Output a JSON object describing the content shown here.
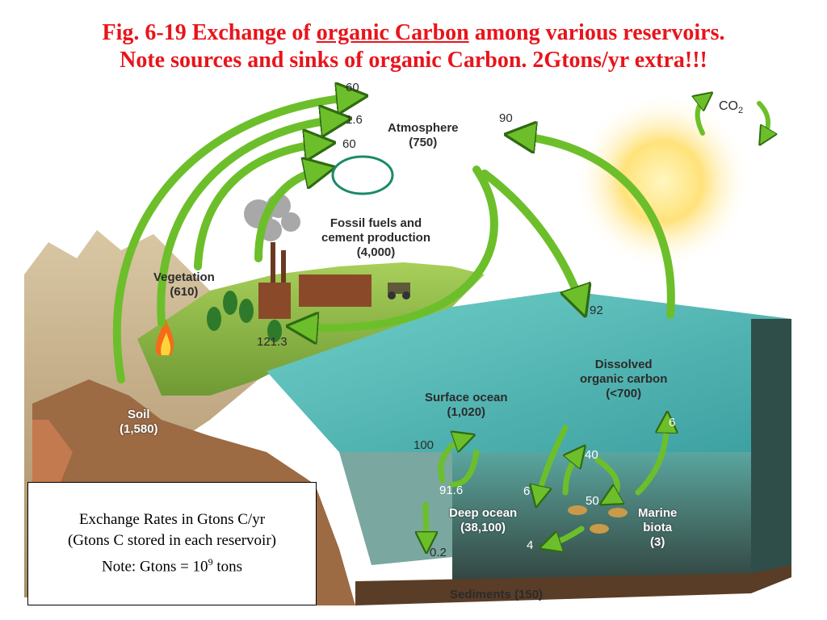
{
  "title": {
    "line1_prefix": "Fig. 6-19  Exchange of ",
    "line1_underlined": "organic Carbon",
    "line1_suffix": " among various reservoirs.",
    "line2": "Note sources and sinks of organic Carbon. 2Gtons/yr extra!!!"
  },
  "reservoirs": {
    "atmosphere": {
      "name": "Atmosphere",
      "amount": "(750)"
    },
    "fossil": {
      "name_line1": "Fossil fuels and",
      "name_line2": "cement production",
      "amount": "(4,000)"
    },
    "vegetation": {
      "name": "Vegetation",
      "amount": "(610)"
    },
    "soil": {
      "name": "Soil",
      "amount": "(1,580)"
    },
    "dissolved": {
      "name_line1": "Dissolved",
      "name_line2": "organic carbon",
      "amount": "(<700)"
    },
    "surface_ocean": {
      "name": "Surface ocean",
      "amount": "(1,020)"
    },
    "deep_ocean": {
      "name": "Deep ocean",
      "amount": "(38,100)"
    },
    "marine_biota": {
      "name_line1": "Marine",
      "name_line2": "biota",
      "amount": "(3)"
    },
    "sediments": {
      "name": "Sediments (150)"
    }
  },
  "fluxes": {
    "f60_top": "60",
    "f1_6": "1.6",
    "f60_mid": "60",
    "f90": "90",
    "f121_3": "121.3",
    "f92": "92",
    "f6_dissolved": "6",
    "f100": "100",
    "f91_6": "91.6",
    "f6_deep": "6",
    "f40": "40",
    "f50": "50",
    "f4": "4",
    "f0_2": "0.2"
  },
  "co2_label": "CO",
  "co2_sub": "2",
  "legend": {
    "line1": "Exchange Rates in Gtons C/yr",
    "line2": "(Gtons C stored in each reservoir)",
    "line3_prefix": "Note: Gtons = 10",
    "line3_exp": "9",
    "line3_suffix": " tons"
  },
  "colors": {
    "title": "#e8141b",
    "arrow_green": "#6cbf2a",
    "ocean": "#4fb5b0",
    "land": "#8db84a",
    "highlight_ellipse": "#1a8a6a"
  }
}
